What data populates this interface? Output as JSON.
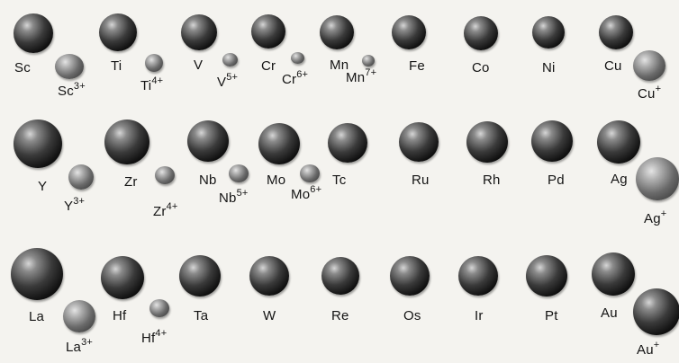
{
  "rows": [
    {
      "atoms": [
        "Sc",
        "Ti",
        "V",
        "Cr",
        "Mn",
        "Fe",
        "Co",
        "Ni",
        "Cu"
      ],
      "ions": [
        {
          "symbol": "Sc",
          "charge": "3+"
        },
        {
          "symbol": "Ti",
          "charge": "4+"
        },
        {
          "symbol": "V",
          "charge": "5+"
        },
        {
          "symbol": "Cr",
          "charge": "6+"
        },
        {
          "symbol": "Mn",
          "charge": "7+"
        },
        {
          "symbol": "Cu",
          "charge": "+"
        }
      ]
    },
    {
      "atoms": [
        "Y",
        "Zr",
        "Nb",
        "Mo",
        "Tc",
        "Ru",
        "Rh",
        "Pd",
        "Ag"
      ],
      "ions": [
        {
          "symbol": "Y",
          "charge": "3+"
        },
        {
          "symbol": "Zr",
          "charge": "4+"
        },
        {
          "symbol": "Nb",
          "charge": "5+"
        },
        {
          "symbol": "Mo",
          "charge": "6+"
        },
        {
          "symbol": "Ag",
          "charge": "+"
        }
      ]
    },
    {
      "atoms": [
        "La",
        "Hf",
        "Ta",
        "W",
        "Re",
        "Os",
        "Ir",
        "Pt",
        "Au"
      ],
      "ions": [
        {
          "symbol": "La",
          "charge": "3+"
        },
        {
          "symbol": "Hf",
          "charge": "4+"
        },
        {
          "symbol": "Au",
          "charge": "+"
        }
      ]
    }
  ]
}
